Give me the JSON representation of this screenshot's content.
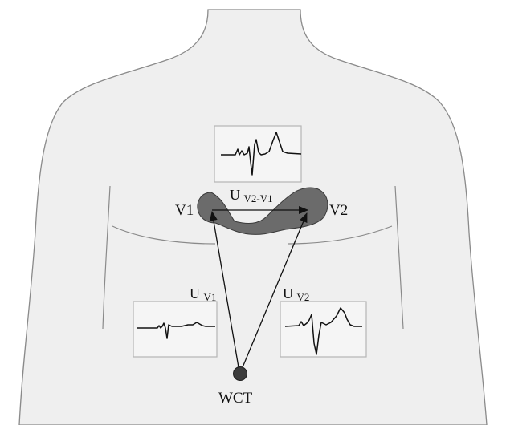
{
  "labels": {
    "electrode_v1": "V1",
    "electrode_v2": "V2",
    "wct": "WCT",
    "u_v1": {
      "main": "U",
      "sub": "V1"
    },
    "u_v2": {
      "main": "U",
      "sub": "V2"
    },
    "u_v2_v1": {
      "main": "U",
      "sub": "V2-V1"
    }
  },
  "colors": {
    "body_fill": "#efefef",
    "body_outline": "#8a8a8a",
    "electrode_fill": "#6b6b6b",
    "electrode_outline": "#3a3a3a",
    "wct_fill": "#3c3c3c",
    "trace_box_fill": "#f5f5f5",
    "trace_box_border": "#b5b5b5",
    "trace_line": "#111111",
    "arrow": "#111111"
  }
}
